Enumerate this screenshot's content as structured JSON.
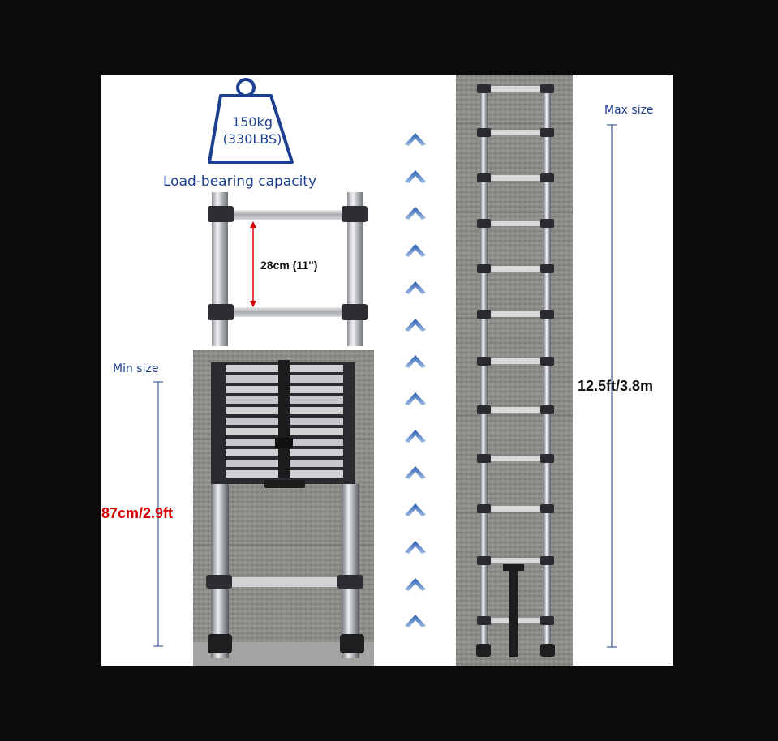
{
  "weight": {
    "line1": "150kg",
    "line2": "(330LBS)"
  },
  "capacity_label": "Load-bearing capacity",
  "rung_spacing_label": "28cm (11\")",
  "min": {
    "label": "Min size",
    "dimension": "87cm/2.9ft"
  },
  "max": {
    "label": "Max size",
    "dimension": "12.5ft/3.8m"
  },
  "colors": {
    "brand_blue": "#1d3f8f",
    "accent_red": "#d40000",
    "background": "#0b0b0b"
  },
  "arrow_count": 14
}
